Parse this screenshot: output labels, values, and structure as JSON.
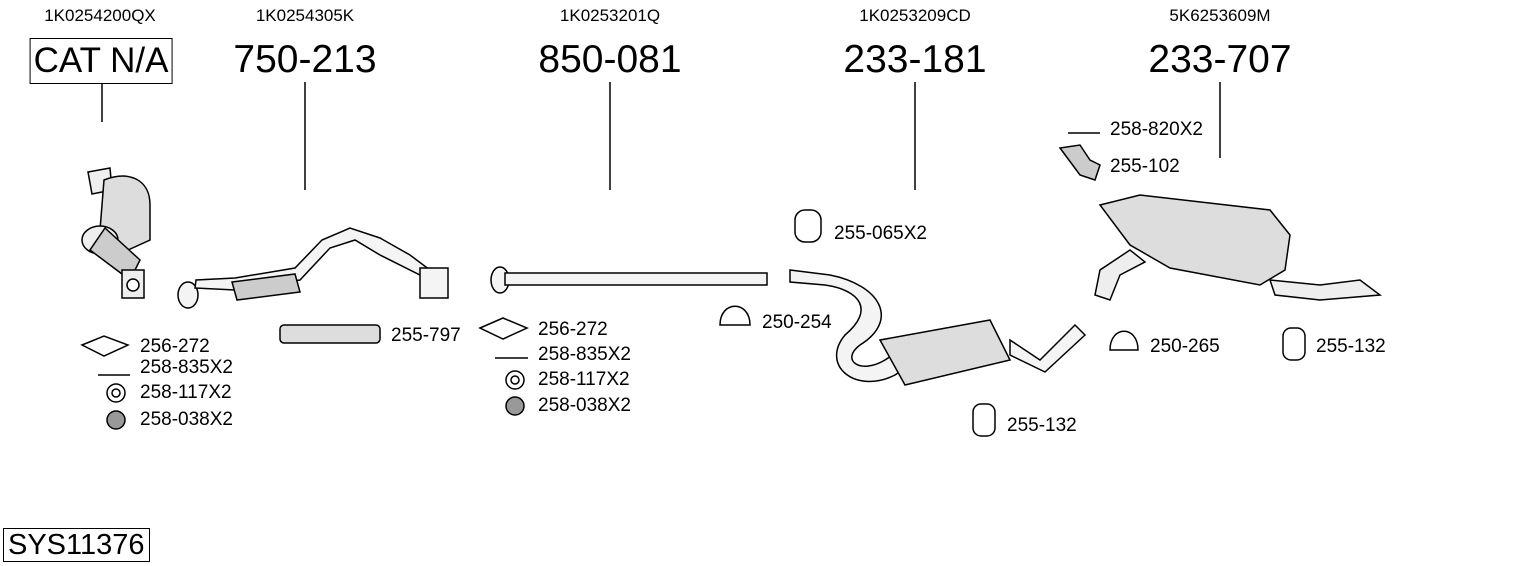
{
  "columns": [
    {
      "oe": "1K0254200QX",
      "part": "CAT N/A"
    },
    {
      "oe": "1K0254305K",
      "part": "750-213"
    },
    {
      "oe": "1K0253201Q",
      "part": "850-081"
    },
    {
      "oe": "1K0253209CD",
      "part": "233-181"
    },
    {
      "oe": "5K6253609M",
      "part": "233-707"
    }
  ],
  "fittings": {
    "cat": [
      "256-272",
      "258-835X2",
      "258-117X2",
      "258-038X2"
    ],
    "front_pipe": "255-797",
    "mid_pipe": [
      "256-272",
      "258-835X2",
      "258-117X2",
      "258-038X2"
    ],
    "clamp_mid": "250-254",
    "rubber_mid": "255-065X2",
    "rubber_center": "255-132",
    "rear_bolt": "258-820X2",
    "rear_bracket": "255-102",
    "clamp_rear": "250-265",
    "rubber_rear": "255-132"
  },
  "system_id": "SYS11376"
}
